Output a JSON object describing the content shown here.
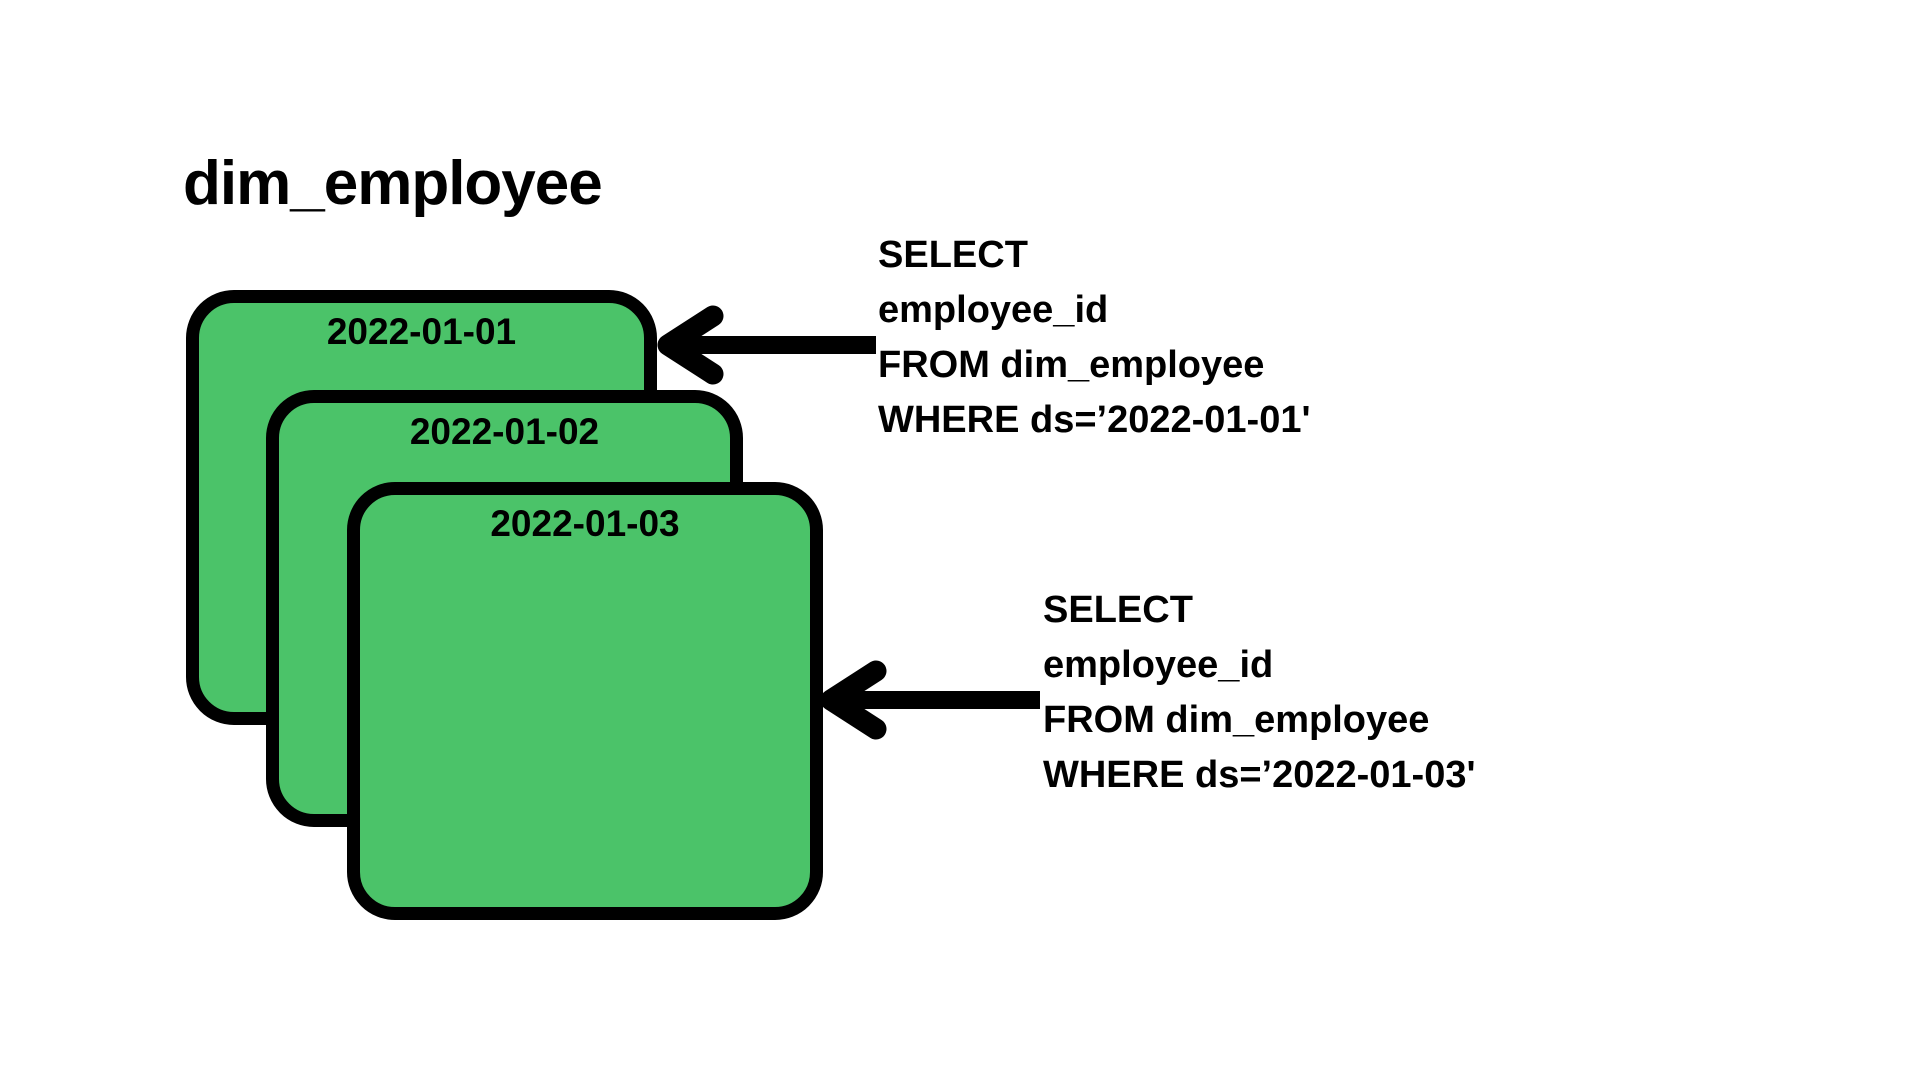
{
  "title": "dim_employee",
  "colors": {
    "background": "#FFFFFF",
    "card_fill": "#4BC369",
    "card_border": "#000000",
    "text": "#000000"
  },
  "cards": [
    {
      "label": "2022-01-01"
    },
    {
      "label": "2022-01-02"
    },
    {
      "label": "2022-01-03"
    }
  ],
  "queries": [
    {
      "lines": [
        "SELECT",
        "employee_id",
        "FROM dim_employee",
        "WHERE ds=’2022-01-01'"
      ]
    },
    {
      "lines": [
        "SELECT",
        "employee_id",
        "FROM dim_employee",
        "WHERE ds=’2022-01-03'"
      ]
    }
  ],
  "icons": [
    {
      "name": "arrow-left-icon",
      "meaning": "query reads this partition"
    },
    {
      "name": "arrow-left-icon",
      "meaning": "query reads this partition"
    }
  ]
}
